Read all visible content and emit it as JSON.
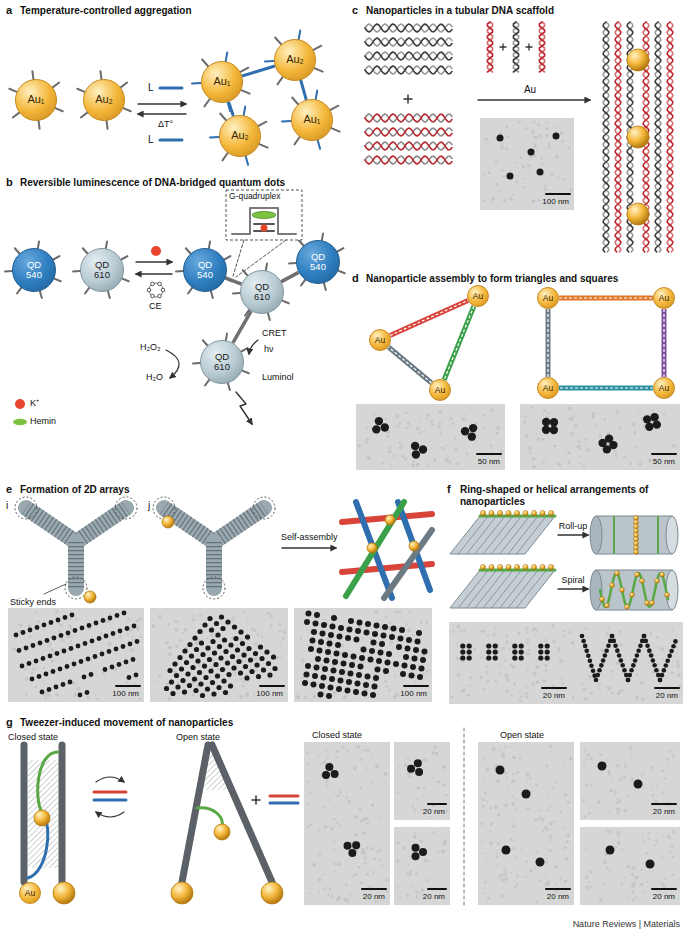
{
  "diagram": {
    "nodes": [
      {
        "text": [
          "Au₁"
        ]
      },
      {
        "text": [
          "Au₂"
        ]
      },
      {
        "text": [
          "Au₁"
        ]
      },
      {
        "text": [
          "Au₂"
        ]
      },
      {
        "text": [
          "Au₁"
        ]
      },
      {
        "text": [
          "Au₂"
        ]
      },
      {
        "text": [
          "QD 540"
        ]
      },
      {
        "text": [
          "QD 610"
        ]
      },
      {
        "text": [
          "QD 540"
        ]
      },
      {
        "text": [
          "QD 610"
        ]
      },
      {
        "text": [
          "QD 540"
        ]
      },
      {
        "text": [
          "QD 610"
        ]
      },
      {
        "text": [
          "Au"
        ]
      },
      {
        "text": [
          "Au"
        ]
      },
      {
        "text": [
          "Au"
        ]
      },
      {
        "text": [
          "Au"
        ]
      },
      {
        "text": [
          "Au"
        ]
      },
      {
        "text": [
          "Au"
        ]
      },
      {
        "text": [
          "Au"
        ]
      },
      {
        "text": [
          "Au"
        ]
      }
    ],
    "edges": [
      {
        "from": 2,
        "to": 3,
        "arrow": "none"
      },
      {
        "from": 2,
        "to": 5,
        "arrow": "none"
      },
      {
        "from": 3,
        "to": 4,
        "arrow": "none"
      },
      {
        "from": 8,
        "to": 9,
        "arrow": "none"
      },
      {
        "from": 9,
        "to": 10,
        "arrow": "none"
      },
      {
        "from": 9,
        "to": 11,
        "arrow": "none"
      },
      {
        "from": 12,
        "to": 13,
        "arrow": "none"
      },
      {
        "from": 13,
        "to": 14,
        "arrow": "none"
      },
      {
        "from": 14,
        "to": 12,
        "arrow": "none"
      },
      {
        "from": 15,
        "to": 16,
        "arrow": "none"
      },
      {
        "from": 16,
        "to": 18,
        "arrow": "none"
      },
      {
        "from": 18,
        "to": 17,
        "arrow": "none"
      },
      {
        "from": 17,
        "to": 15,
        "arrow": "none"
      }
    ],
    "labels": [
      "a",
      "Temperature-controlled aggregation",
      "L",
      "ΔT°",
      "L",
      "b",
      "Reversible luminescence of DNA-bridged quantum dots",
      "G-quadruplex",
      "CE",
      "H₂O₂",
      "H₂O",
      "CRET",
      "hν",
      "Luminol",
      "c",
      "Nanoparticles in a tubular DNA scaffold",
      "Au",
      "100 nm",
      "d",
      "Nanoparticle assembly to form triangles and squares",
      "50 nm",
      "50 nm",
      "e",
      "Formation of 2D arrays",
      "i",
      "j",
      "Sticky ends",
      "Self-assembly",
      "100 nm",
      "100 nm",
      "100 nm",
      "f",
      "Ring-shaped or helical arrangements of nanoparticles",
      "Roll-up",
      "Spiral",
      "20 nm",
      "20 nm",
      "g",
      "Tweezer-induced movement of nanoparticles",
      "Closed state",
      "Open state",
      "Closed state",
      "Open state",
      "20 nm",
      "20 nm",
      "20 nm",
      "20 nm",
      "20 nm",
      "20 nm",
      "Nature Reviews | Materials"
    ],
    "legend": [
      {
        "text": "K⁺",
        "color": "#e8452c"
      },
      {
        "text": "Hemin",
        "color": "#7cc242"
      }
    ]
  }
}
